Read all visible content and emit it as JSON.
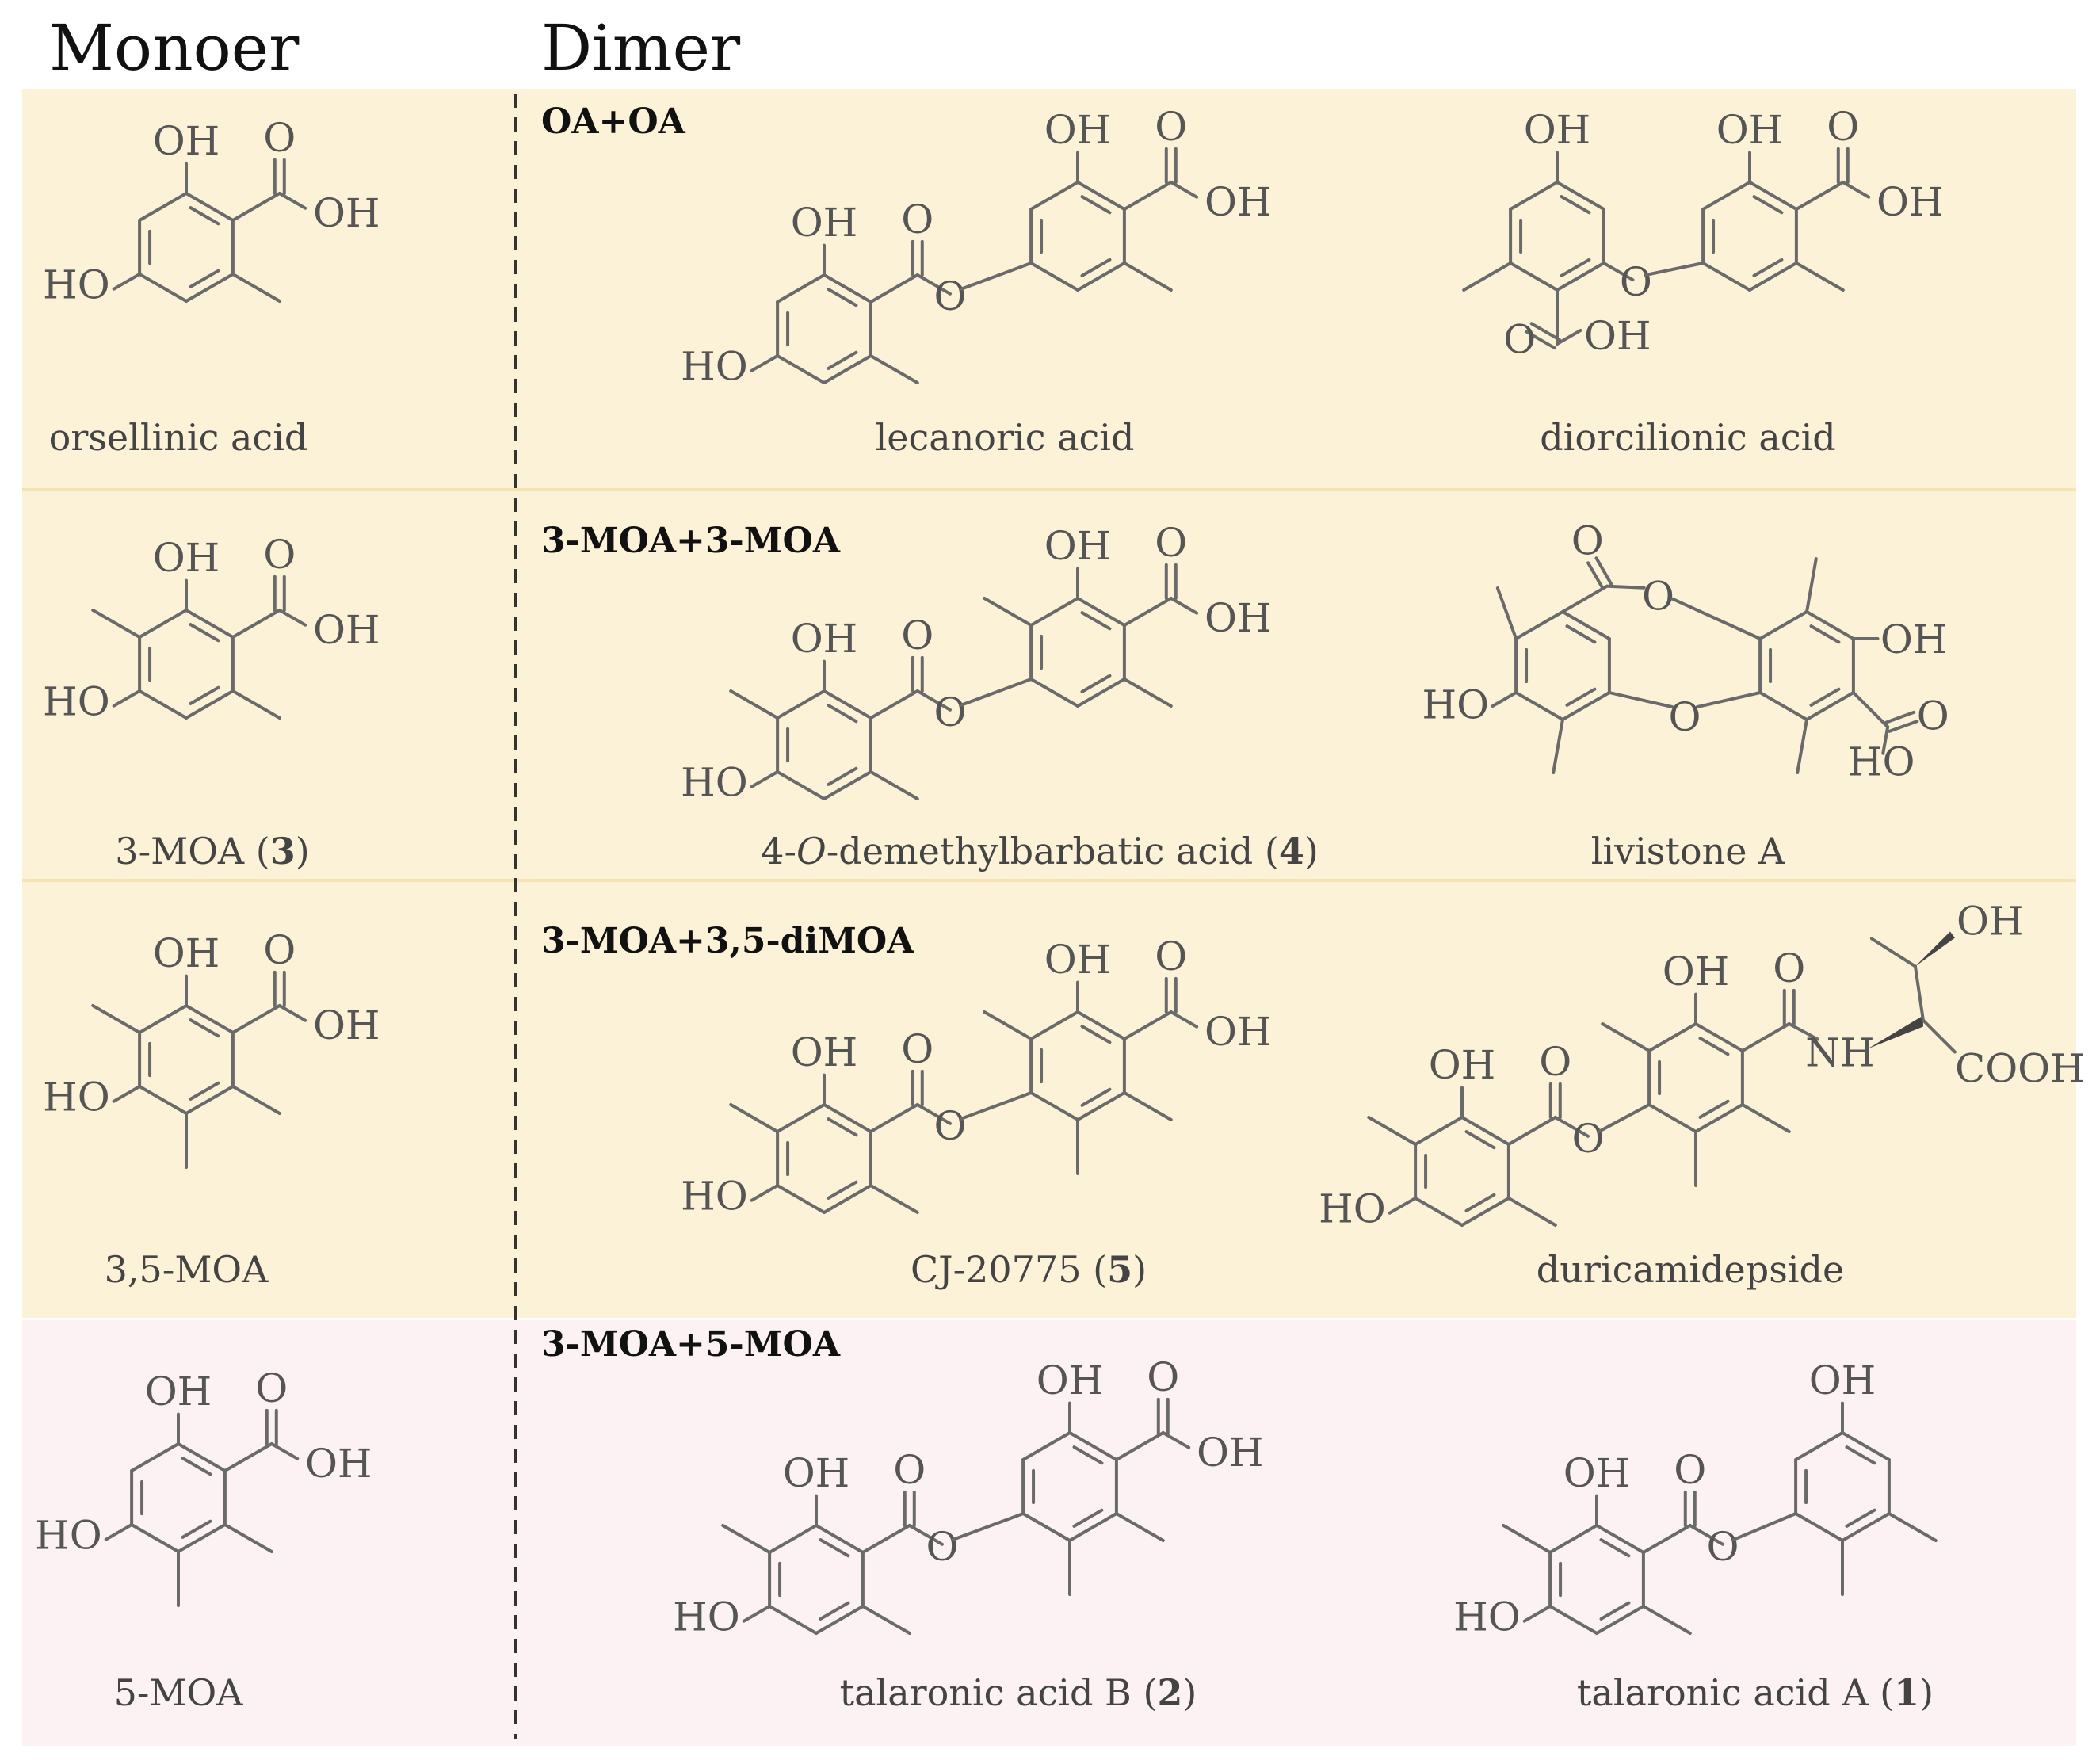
{
  "headers": {
    "monomer": "Monoer",
    "dimer": "Dimer"
  },
  "colors": {
    "yellow": "#fcf2d8",
    "pink": "#fcf2f3",
    "divider": "#333333"
  },
  "rows": [
    {
      "pair": "OA+OA",
      "monomer": {
        "name": "orsellinic acid"
      },
      "dimers": [
        {
          "name": "lecanoric acid"
        },
        {
          "name": "diorcilionic acid"
        }
      ]
    },
    {
      "pair": "3-MOA+3-MOA",
      "monomer": {
        "name": "3-MOA (",
        "num": "3",
        "tail": ")"
      },
      "dimers": [
        {
          "pre": "4-",
          "ital": "O",
          "name": "-demethylbarbatic acid (",
          "num": "4",
          "tail": ")"
        },
        {
          "name": "livistone A"
        }
      ]
    },
    {
      "pair": "3-MOA+3,5-diMOA",
      "monomer": {
        "name": "3,5-MOA"
      },
      "dimers": [
        {
          "name": "CJ-20775 (",
          "num": "5",
          "tail": ")"
        },
        {
          "name": "duricamidepside"
        }
      ]
    },
    {
      "pair": "3-MOA+5-MOA",
      "monomer": {
        "name": "5-MOA"
      },
      "dimers": [
        {
          "name": "talaronic acid B (",
          "num": "2",
          "tail": ")"
        },
        {
          "name": "talaronic acid A (",
          "num": "1",
          "tail": ")"
        }
      ]
    }
  ],
  "atoms": {
    "oh": "OH",
    "o": "O",
    "ho": "HO",
    "nh": "NH",
    "cooh": "COOH"
  }
}
